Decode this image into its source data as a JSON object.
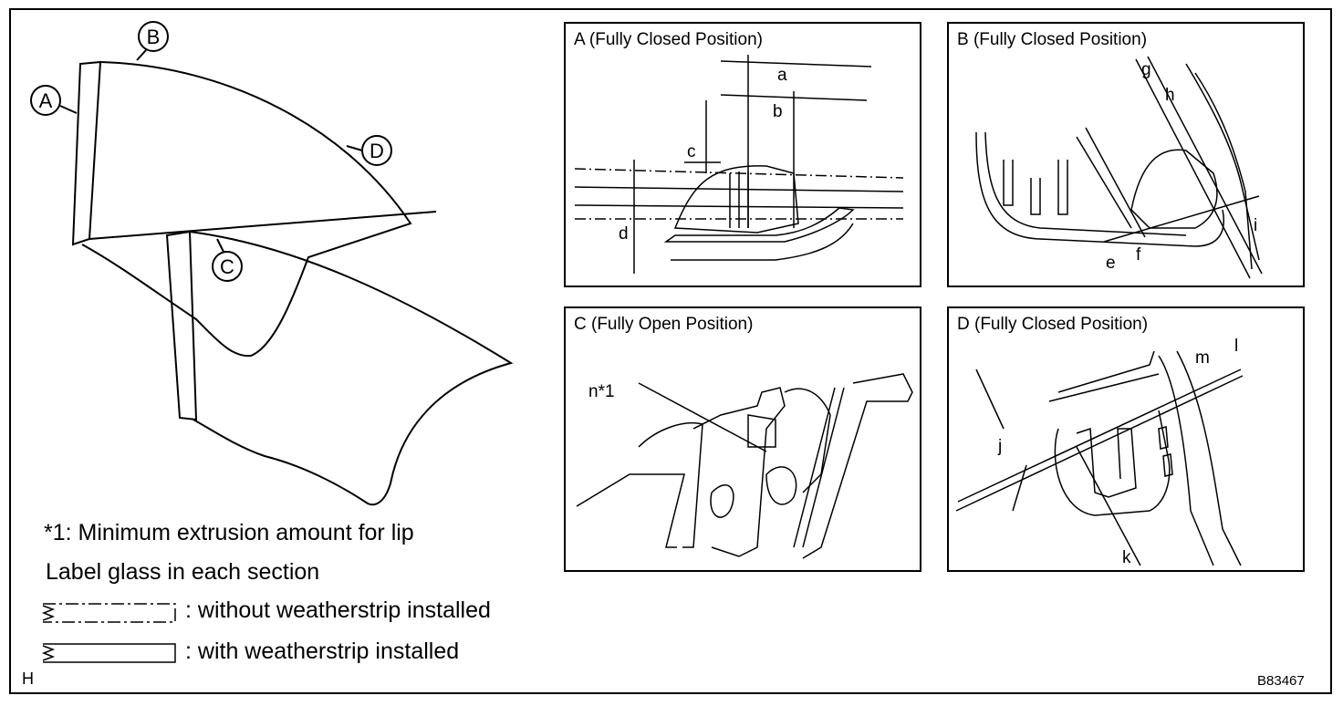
{
  "callouts": {
    "a": "A",
    "b": "B",
    "c": "C",
    "d": "D"
  },
  "panels": [
    {
      "title": "A (Fully Closed Position)",
      "dims": [
        "a",
        "b",
        "c",
        "d"
      ]
    },
    {
      "title": "B (Fully Closed Position)",
      "dims": [
        "g",
        "h",
        "e",
        "f",
        "i"
      ]
    },
    {
      "title": "C (Fully Open Position)",
      "dims": [
        "n*1"
      ]
    },
    {
      "title": "D (Fully Closed Position)",
      "dims": [
        "m",
        "l",
        "j",
        "k"
      ]
    }
  ],
  "legend": {
    "note": "*1: Minimum extrusion amount for lip",
    "label_line": "Label glass in each section",
    "without": ": without weatherstrip installed",
    "with": ": with weatherstrip installed"
  },
  "corner_letter": "H",
  "figure_id": "B83467"
}
